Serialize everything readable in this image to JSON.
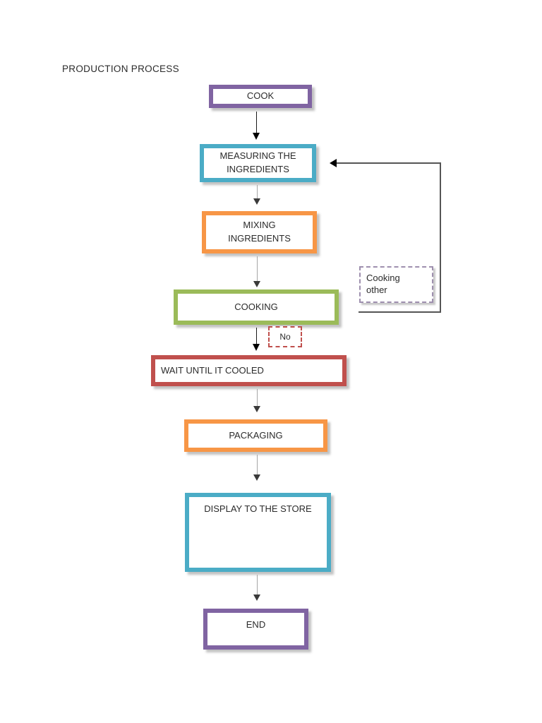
{
  "diagram": {
    "title": "PRODUCTION PROCESS",
    "colors": {
      "purple": "#8064A2",
      "teal": "#4BACC6",
      "orange": "#F79646",
      "green": "#9BBB59",
      "red": "#C0504D",
      "note_border": "#9E8FAE",
      "connector_light": "#A6A6A6",
      "connector_dark": "#000000",
      "text": "#2B2B2B",
      "background": "#FFFFFF"
    },
    "nodes": [
      {
        "id": "cook",
        "label": "COOK",
        "color": "#8064A2",
        "align": "center-mid"
      },
      {
        "id": "measure",
        "label": "MEASURING THE\nINGREDIENTS",
        "color": "#4BACC6",
        "align": "center-mid"
      },
      {
        "id": "mixing",
        "label": "MIXING\nINGREDIENTS",
        "color": "#F79646",
        "align": "center-mid"
      },
      {
        "id": "cooking",
        "label": "COOKING",
        "color": "#9BBB59",
        "align": "center-mid"
      },
      {
        "id": "wait",
        "label": "WAIT UNTIL IT COOLED",
        "color": "#C0504D",
        "align": "left-mid"
      },
      {
        "id": "package",
        "label": "PACKAGING",
        "color": "#F79646",
        "align": "center-mid"
      },
      {
        "id": "display",
        "label": "DISPLAY TO THE STORE",
        "color": "#4BACC6",
        "align": "center-top"
      },
      {
        "id": "end",
        "label": "END",
        "color": "#8064A2",
        "align": "center-top"
      }
    ],
    "notes": [
      {
        "id": "no",
        "label": "No",
        "border_color": "#C0504D"
      },
      {
        "id": "cooking-other",
        "label": "Cooking\nother",
        "border_color": "#9E8FAE"
      }
    ],
    "connectors": [
      {
        "from": "cook",
        "to": "measure",
        "style": "solid-dark",
        "arrow": "down"
      },
      {
        "from": "measure",
        "to": "mixing",
        "style": "thin-light",
        "arrow": "down"
      },
      {
        "from": "mixing",
        "to": "cooking",
        "style": "thin-light",
        "arrow": "down"
      },
      {
        "from": "cooking",
        "to": "wait",
        "style": "solid-dark",
        "arrow": "down"
      },
      {
        "from": "wait",
        "to": "package",
        "style": "thin-light",
        "arrow": "down"
      },
      {
        "from": "package",
        "to": "display",
        "style": "thin-light",
        "arrow": "down"
      },
      {
        "from": "display",
        "to": "end",
        "style": "thin-light",
        "arrow": "down"
      },
      {
        "from": "cooking-other",
        "to": "measure",
        "style": "loop",
        "arrow": "left"
      }
    ]
  }
}
